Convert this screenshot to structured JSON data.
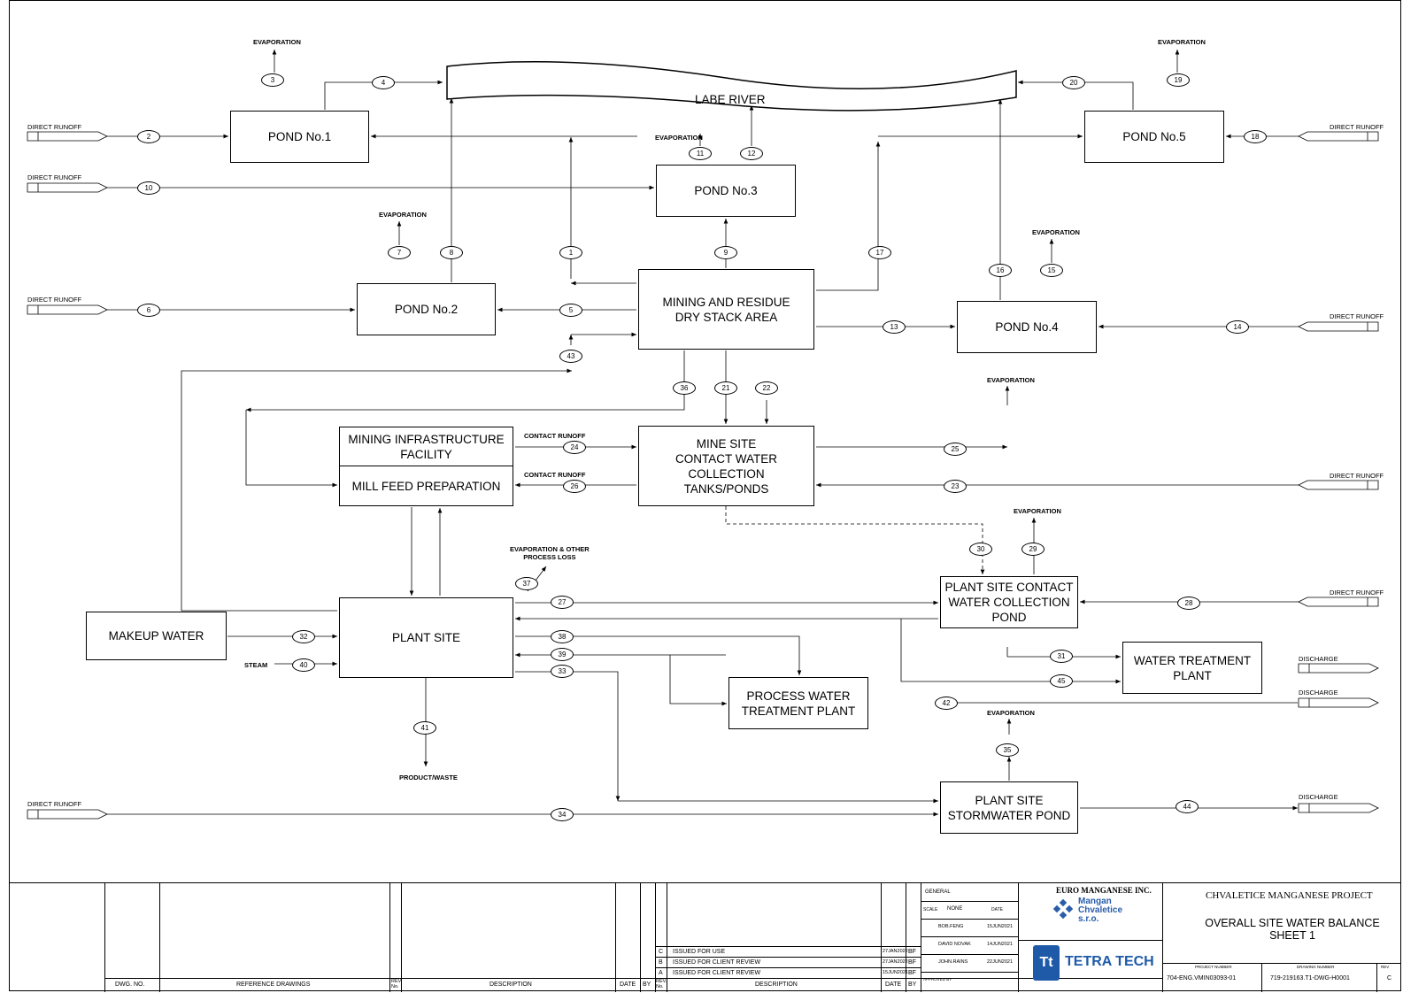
{
  "diagram": {
    "river_label": "LABE RIVER",
    "boxes": {
      "pond1": "POND No.1",
      "pond2": "POND No.2",
      "pond3": "POND No.3",
      "pond4": "POND No.4",
      "pond5": "POND No.5",
      "mining": "MINING AND RESIDUE\nDRY STACK AREA",
      "infra": "MINING INFRASTRUCTURE\nFACILITY",
      "millfeed": "MILL FEED PREPARATION",
      "contact": "MINE SITE\nCONTACT WATER\nCOLLECTION\nTANKS/PONDS",
      "makeup": "MAKEUP WATER",
      "plant": "PLANT SITE",
      "plantpond": "PLANT SITE CONTACT\nWATER COLLECTION POND",
      "wtp": "WATER TREATMENT PLANT",
      "pwtp": "PROCESS WATER\nTREATMENT PLANT",
      "storm": "PLANT SITE\nSTORMWATER POND"
    },
    "labels": {
      "evaporation": "EVAPORATION",
      "direct_runoff": "DIRECT RUNOFF",
      "contact_runoff": "CONTACT RUNOFF",
      "evap_other": "EVAPORATION & OTHER\nPROCESS LOSS",
      "steam": "STEAM",
      "product_waste": "PRODUCT/WASTE",
      "discharge": "DISCHARGE"
    },
    "nodes": [
      "1",
      "2",
      "3",
      "4",
      "5",
      "6",
      "7",
      "8",
      "9",
      "10",
      "11",
      "12",
      "13",
      "14",
      "15",
      "16",
      "17",
      "18",
      "19",
      "20",
      "21",
      "22",
      "23",
      "24",
      "25",
      "26",
      "27",
      "28",
      "29",
      "30",
      "31",
      "32",
      "33",
      "34",
      "35",
      "36",
      "37",
      "38",
      "39",
      "40",
      "41",
      "42",
      "43",
      "44",
      "45"
    ]
  },
  "title_block": {
    "revisions": [
      {
        "rev": "C",
        "desc": "ISSUED FOR USE",
        "date": "27JAN2022",
        "by": "BF"
      },
      {
        "rev": "B",
        "desc": "ISSUED FOR CLIENT REVIEW",
        "date": "27JAN2022",
        "by": "BF"
      },
      {
        "rev": "A",
        "desc": "ISSUED FOR CLIENT REVIEW",
        "date": "15JUN2021",
        "by": "BF"
      }
    ],
    "headers": {
      "dwg_no": "DWG. NO.",
      "ref_drawings": "REFERENCE DRAWINGS",
      "rev_no": "REV.\nNo.",
      "description": "DESCRIPTION",
      "date": "DATE",
      "by": "BY"
    },
    "section": "GENERAL",
    "scale": "NONE",
    "scale_label": "SCALE",
    "date_label": "DATE",
    "drawn_by": "BOB.FENG",
    "drawn_date": "15JUN2021",
    "designed_by": "DAVID NOVAK",
    "designed_date": "14JUN2021",
    "checked_by": "JOHN.RAINS",
    "checked_date": "22JUN2021",
    "approved_label": "APPROVED BY",
    "client": "EURO MANGANESE INC.",
    "client_logo_text": "Mangan\nChvaletice\ns.r.o.",
    "consultant": "TETRA TECH",
    "project_title": "CHVALETICE MANGANESE PROJECT",
    "drawing_title": "OVERALL SITE WATER BALANCE\nSHEET 1",
    "project_number_label": "PROJECT NUMBER",
    "project_number": "704-ENG.VMIN03093-01",
    "drawing_number_label": "DRAWING NUMBER",
    "drawing_number": "719-219163.T1-DWG-H0001",
    "rev_label": "REV",
    "rev": "C"
  }
}
